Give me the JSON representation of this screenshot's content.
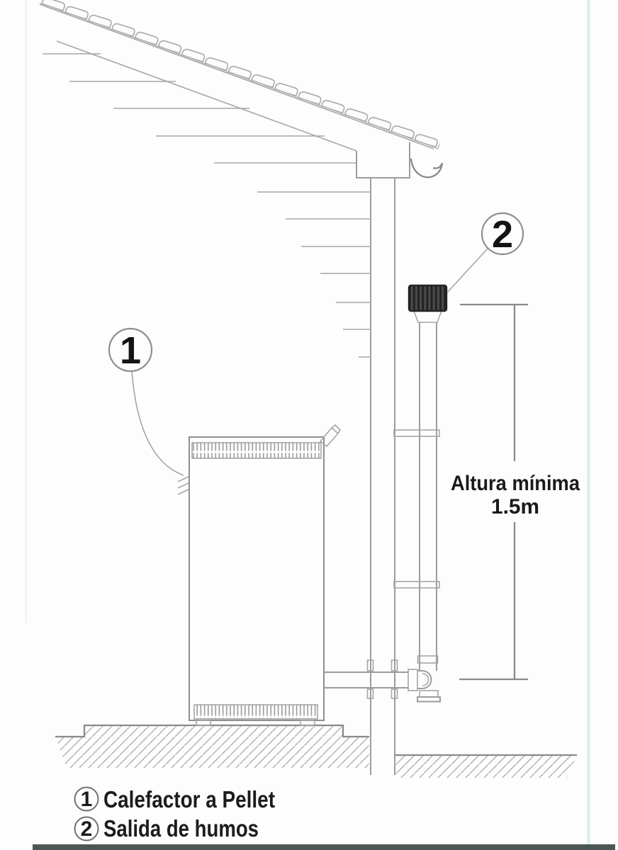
{
  "callouts": {
    "one": {
      "number": "1"
    },
    "two": {
      "number": "2"
    }
  },
  "dimension": {
    "label_line1": "Altura mínima",
    "label_line2": "1.5m"
  },
  "legend": {
    "items": [
      {
        "number": "1",
        "label": "Calefactor a Pellet"
      },
      {
        "number": "2",
        "label": "Salida de humos"
      }
    ]
  },
  "colors": {
    "line_gray": "#9c9c9c",
    "ground_line": "#8a8a8a",
    "text": "#1c1c1c",
    "cap_dark": "#4a4a4a",
    "cap_stripe": "#232323",
    "edge_teal": "#d6efe5",
    "bottom_bar": "#4d5656",
    "background": "#fdfdfd"
  }
}
